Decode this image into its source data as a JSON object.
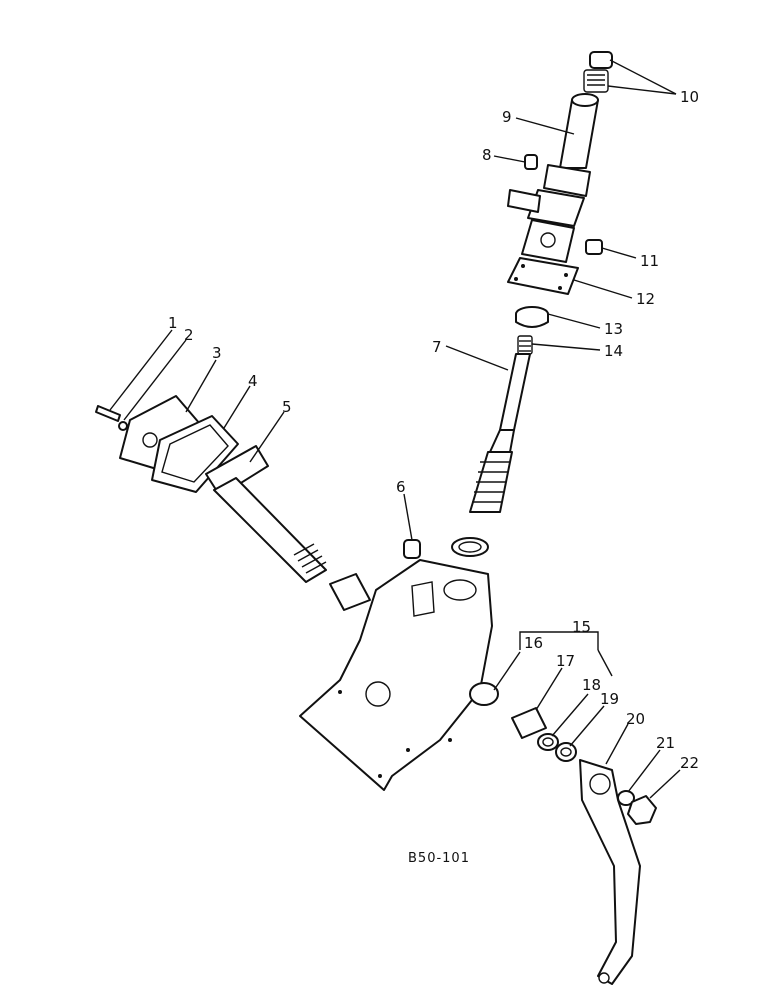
{
  "callouts": [
    "1",
    "2",
    "3",
    "4",
    "5",
    "6",
    "7",
    "8",
    "9",
    "10",
    "11",
    "12",
    "13",
    "14",
    "15",
    "16",
    "17",
    "18",
    "19",
    "20",
    "21",
    "22"
  ],
  "reference_code": "B50-101"
}
